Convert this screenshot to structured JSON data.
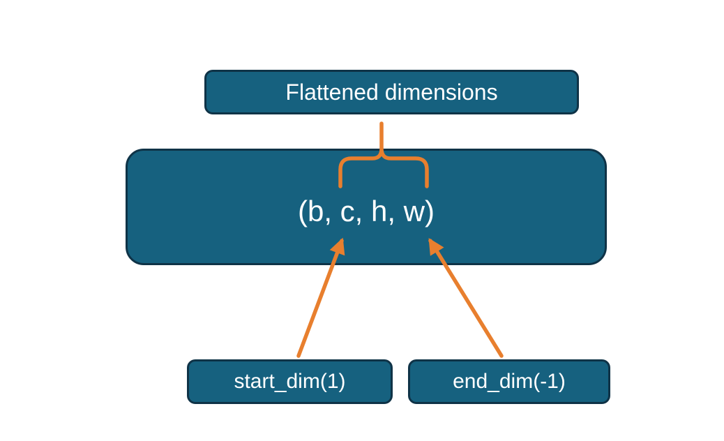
{
  "colors": {
    "box_fill": "#16617f",
    "box_border": "#0f3347",
    "arrow": "#e87f2e",
    "text": "#ffffff",
    "background": "#ffffff"
  },
  "diagram": {
    "top_label": "Flattened dimensions",
    "tuple": "(b, c, h, w)",
    "bottom_left_label": "start_dim(1)",
    "bottom_right_label": "end_dim(-1)"
  }
}
